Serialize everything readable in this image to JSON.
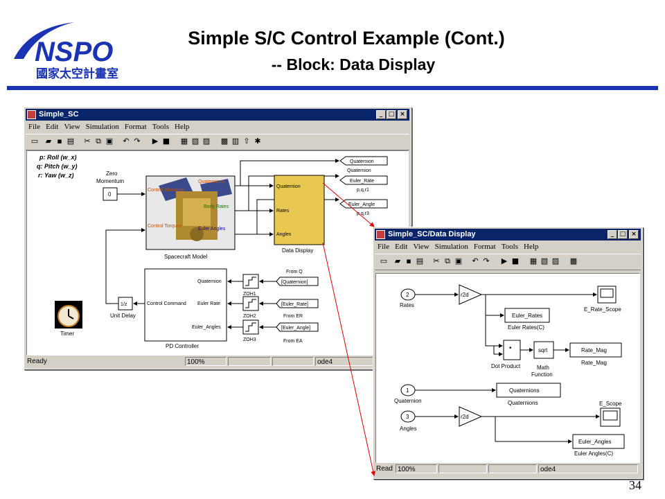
{
  "slide": {
    "logo_text": "NSPO",
    "logo_subtext": "國家太空計畫室",
    "title": "Simple S/C Control Example (Cont.)",
    "subtitle": "-- Block: Data Display",
    "page_number": "34",
    "accent_color": "#1a33b3"
  },
  "win1": {
    "title": "Simple_SC",
    "menu": [
      "File",
      "Edit",
      "View",
      "Simulation",
      "Format",
      "Tools",
      "Help"
    ],
    "status": {
      "left": "Ready",
      "zoom": "100%",
      "solver": "ode4"
    },
    "legend": [
      "p: Roll (w_x)",
      "q: Pitch (w_y)",
      "r: Yaw (w_z)"
    ],
    "zero_label_1": "Zero",
    "zero_label_2": "Momentum",
    "zero_value": "0",
    "sc_ports_in": [
      "Control Moments",
      "Control Torques"
    ],
    "sc_ports_out": [
      "Quaternions",
      "Body Rates",
      "Euler Angles"
    ],
    "sc_label": "Spacecraft Model",
    "dd_ports": [
      "Quaternion",
      "Rates",
      "Angles"
    ],
    "dd_label": "Data Display",
    "out_blocks": [
      "Quaternion",
      "Euler_Rate",
      "Euler_Angle"
    ],
    "out_labels": [
      "Quaternion",
      "p,q,r1",
      "p,q,r3"
    ],
    "pd_ports_in": [
      "Quaternion",
      "Euler Rate",
      "Euler_Angles"
    ],
    "pd_port_out": "Control Command",
    "pd_label": "PD Controller",
    "zoh_labels": [
      "ZOH1",
      "ZOH2",
      "ZOH3"
    ],
    "from_blocks": [
      "[Quaternion]",
      "[Euler_Rate]",
      "[Euler_Angle]"
    ],
    "from_labels": [
      "From Q",
      "From ER",
      "From EA"
    ],
    "unit_delay_text": "1/z",
    "unit_delay_label": "Unit Delay",
    "timer_label": "Timer"
  },
  "win2": {
    "title": "Simple_SC/Data Display",
    "menu": [
      "File",
      "Edit",
      "View",
      "Simulation",
      "Format",
      "Tools",
      "Help"
    ],
    "status": {
      "left": "Read",
      "zoom": "100%",
      "solver": "ode4"
    },
    "inports": [
      {
        "num": "2",
        "label": "Rates"
      },
      {
        "num": "1",
        "label": "Quaternion"
      },
      {
        "num": "3",
        "label": "Angles"
      }
    ],
    "gain_text": "r2d",
    "blocks": {
      "euler_rates": "Euler_Rates",
      "euler_rates_label": "Euler Rates(C)",
      "dot_product_symbol": "•",
      "dot_product_label": "Dot Product",
      "sqrt": "sqrt",
      "math_label_1": "Math",
      "math_label_2": "Function",
      "rate_mag": "Rate_Mag",
      "rate_mag_label": "Rate_Mag",
      "e_rate_scope": "E_Rate_Scope",
      "quaternions": "Quaternions",
      "quaternions_label": "Quaternions",
      "e_scope": "E_Scope",
      "euler_angles": "Euler_Angles",
      "euler_angles_label": "Euler Angles(C)"
    }
  }
}
